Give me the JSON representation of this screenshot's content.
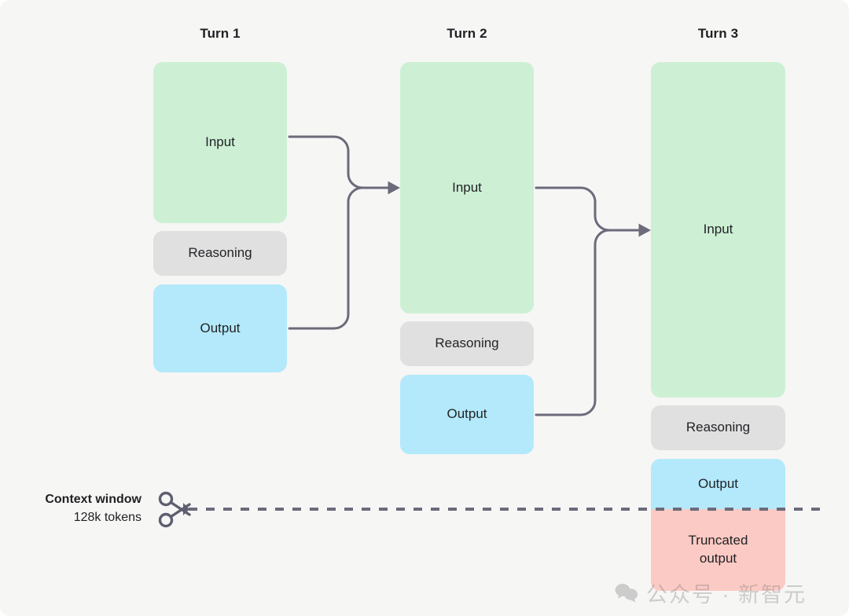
{
  "diagram": {
    "title_row": [
      {
        "label": "Turn 1"
      },
      {
        "label": "Turn 2"
      },
      {
        "label": "Turn 3"
      }
    ],
    "columns": [
      {
        "name": "turn-1",
        "blocks": [
          {
            "kind": "input",
            "label": "Input"
          },
          {
            "kind": "reasoning",
            "label": "Reasoning"
          },
          {
            "kind": "output",
            "label": "Output"
          }
        ]
      },
      {
        "name": "turn-2",
        "blocks": [
          {
            "kind": "input",
            "label": "Input"
          },
          {
            "kind": "reasoning",
            "label": "Reasoning"
          },
          {
            "kind": "output",
            "label": "Output"
          }
        ]
      },
      {
        "name": "turn-3",
        "blocks": [
          {
            "kind": "input",
            "label": "Input"
          },
          {
            "kind": "reasoning",
            "label": "Reasoning"
          },
          {
            "kind": "output",
            "label": "Output"
          },
          {
            "kind": "truncated",
            "label": "Truncated\noutput"
          }
        ]
      }
    ],
    "context_window": {
      "line1": "Context window",
      "line2": "128k tokens",
      "icon": "scissors-icon"
    },
    "colors": {
      "background": "#f6f6f5",
      "input": "#cdf0d5",
      "reasoning": "#e0e0e0",
      "output": "#b3e9fb",
      "truncated": "#fccac4",
      "connector": "#6b6b7b",
      "cut_line": "#6b6b7b",
      "text": "#1f2023"
    },
    "connectors": [
      {
        "name": "turn1-to-turn2",
        "from": [
          "Input",
          "Output"
        ],
        "to": "Turn 2 Input"
      },
      {
        "name": "turn2-to-turn3",
        "from": [
          "Input",
          "Output"
        ],
        "to": "Turn 3 Input"
      }
    ]
  },
  "watermark": {
    "text": "公众号 · 新智元",
    "icon": "wechat-icon"
  }
}
